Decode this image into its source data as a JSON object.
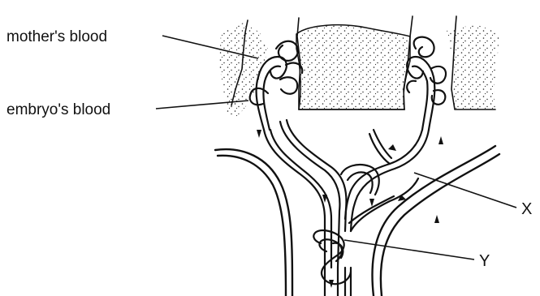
{
  "labels": {
    "mothers_blood": "mother's blood",
    "embryos_blood": "embryo's blood",
    "x": "X",
    "y": "Y"
  }
}
